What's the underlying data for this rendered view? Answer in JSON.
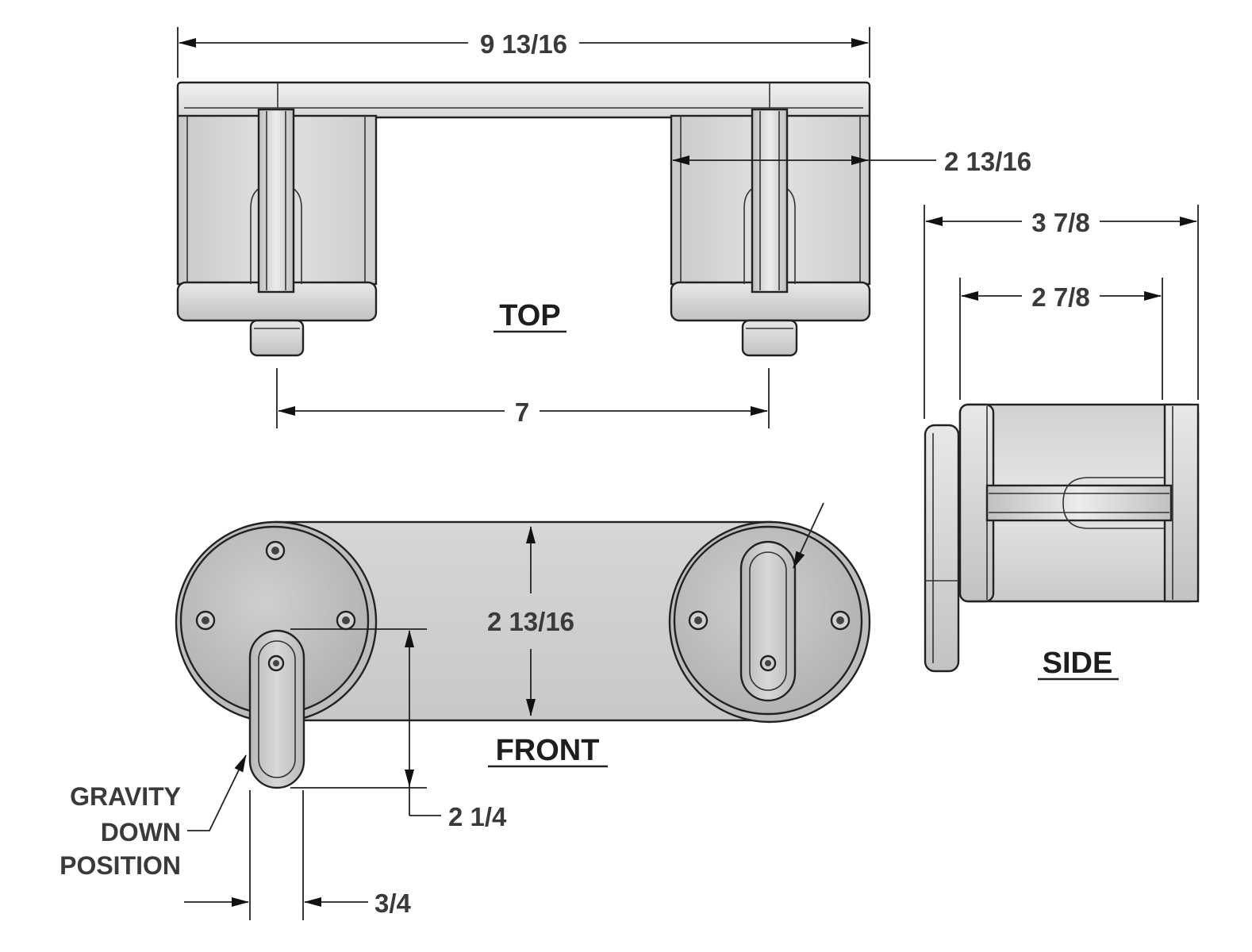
{
  "views": {
    "top": "TOP",
    "front": "FRONT",
    "side": "SIDE"
  },
  "dimensions": {
    "overall_width": "9 13/16",
    "spindle_spacing": "7",
    "roll_width_top": "2 13/16",
    "side_overall": "3 7/8",
    "side_inner": "2 7/8",
    "front_height": "2 13/16",
    "lever_length": "2 1/4",
    "lever_width": "3/4"
  },
  "note": {
    "line1": "GRAVITY",
    "line2": "DOWN",
    "line3": "POSITION"
  },
  "colors": {
    "line": "#222222",
    "face_light": "#e6e6e6",
    "face_mid": "#d0d0d0",
    "face_dark": "#b4b4b4",
    "text": "#3a3a3a"
  }
}
